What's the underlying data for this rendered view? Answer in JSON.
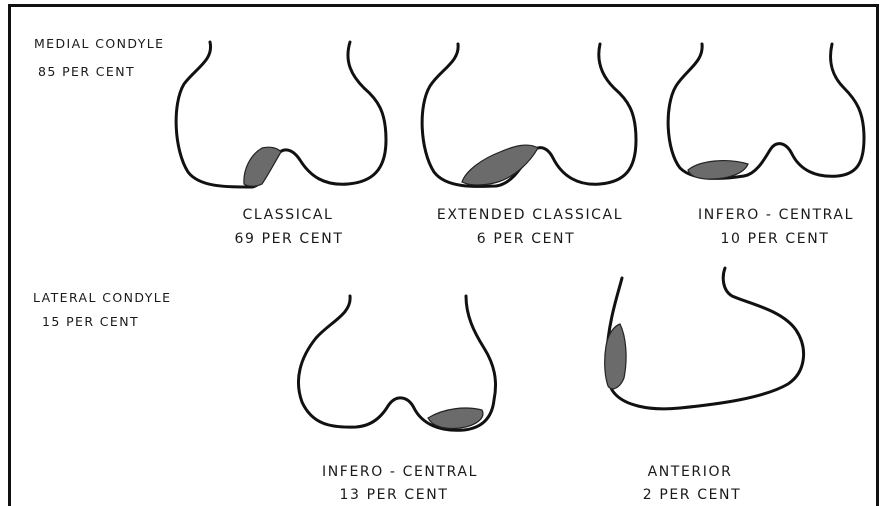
{
  "groups": {
    "medial": {
      "title": "MEDIAL CONDYLE",
      "percent": "85 PER CENT"
    },
    "lateral": {
      "title": "LATERAL CONDYLE",
      "percent": "15 PER CENT"
    }
  },
  "sites": [
    {
      "name": "CLASSICAL",
      "percent": "69 PER CENT"
    },
    {
      "name": "EXTENDED CLASSICAL",
      "percent": "6 PER CENT"
    },
    {
      "name": "INFERO - CENTRAL",
      "percent": "10 PER CENT"
    },
    {
      "name": "INFERO - CENTRAL",
      "percent": "13 PER CENT"
    },
    {
      "name": "ANTERIOR",
      "percent": "2 PER CENT"
    }
  ],
  "colors": {
    "outline": "#111111",
    "lesion": "#6b6b6b",
    "text": "#1a1a1a"
  }
}
